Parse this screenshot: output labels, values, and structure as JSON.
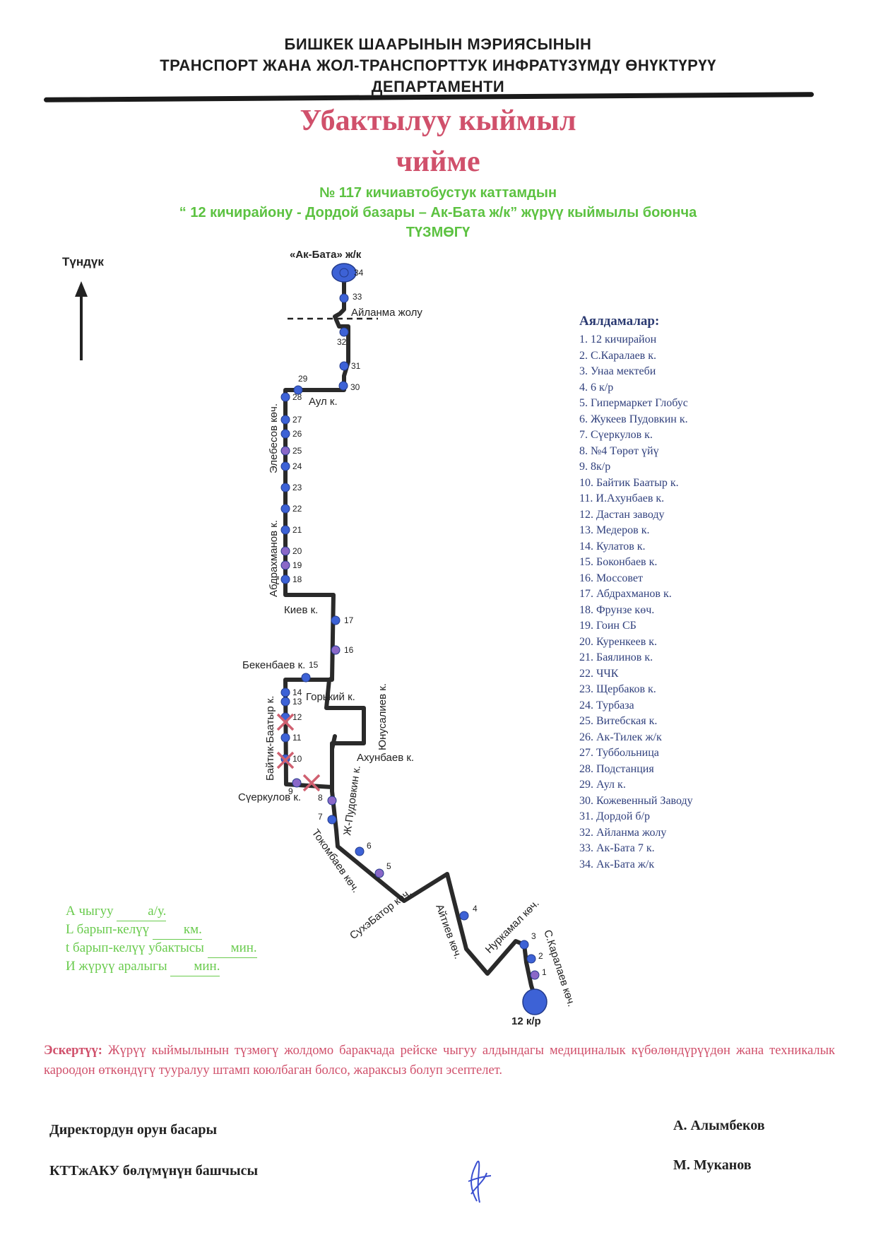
{
  "header": {
    "line1": "БИШКЕК ШААРЫНЫН  МЭРИЯСЫНЫН",
    "line2": "ТРАНСПОРТ ЖАНА ЖОЛ-ТРАНСПОРТТУК ИНФРАТҮЗҮМДҮ ӨНҮКТҮРҮҮ",
    "line3": "ДЕПАРТАМЕНТИ"
  },
  "title": {
    "line1": "Убактылуу кыймыл",
    "line2": "чийме"
  },
  "subtitle": {
    "line1": "№ 117  кичиавтобустук каттамдын",
    "line2": "“ 12 кичирайону  - Дордой базары – Ак-Бата ж/к” жүрүү кыймылы боюнча",
    "line3": "ТҮЗМӨГҮ"
  },
  "map": {
    "north_label": "Түндүк",
    "start_label": "12 к/р",
    "end_label": "«Ак-Бата» ж/к",
    "ring_road_label": "Айланма жолу",
    "streets": {
      "aul": "Аул к.",
      "elebesov": "Элебесов көч.",
      "abdrakhmanov": "Абдрахманов к.",
      "kiev": "Киев к.",
      "bekenbaev": "Бекенбаев к.",
      "gorky": "Горький к.",
      "yunusaliev": "Юнусалиев к.",
      "akhunbaev": "Ахунбаев к.",
      "baitik": "Байтик-Баатыр к.",
      "suerkulov": "Сүеркулов к.",
      "pudovkin": "Ж-Пудовкин к.",
      "tokombaev": "Токомбаев көч.",
      "sukhe": "СухэБатор көч.",
      "aitiev": "Айтиев көч.",
      "nurkamal": "Нуркамал көч.",
      "karalaev": "С.Каралаев көч."
    },
    "stop_numbers": [
      "1",
      "2",
      "3",
      "4",
      "5",
      "6",
      "7",
      "8",
      "9",
      "10",
      "11",
      "12",
      "13",
      "14",
      "15",
      "16",
      "17",
      "18",
      "19",
      "20",
      "21",
      "22",
      "23",
      "24",
      "25",
      "26",
      "27",
      "28",
      "29",
      "30",
      "31",
      "32",
      "33",
      "34"
    ]
  },
  "stops_title": "Аялдамалар:",
  "stops": [
    "1. 12 кичирайон",
    "2. С.Каралаев к.",
    "3. Унаа мектеби",
    "4. 6  к/р",
    "5. Гипермаркет Глобус",
    "6. Жукеев Пудовкин к.",
    "7. Сүеркулов к.",
    "8. №4 Төрөт үйү",
    "9.  8к/р",
    "10. Байтик Баатыр к.",
    "11. И.Ахунбаев к.",
    "12. Дастан заводу",
    "13. Медеров к.",
    "14. Кулатов к.",
    "15. Боконбаев к.",
    "16. Моссовет",
    "17. Абдрахманов к.",
    "18. Фрунзе көч.",
    "19. Гоин СБ",
    "20. Куренкеев к.",
    "21. Баялинов к.",
    "22. ЧЧК",
    "23. Щербаков к.",
    "24. Турбаза",
    "25. Витебская к.",
    "26. Ак-Тилек ж/к",
    "27. Туббольница",
    "28. Подстанция",
    "29. Аул к.",
    "30. Кожевенный Заводу",
    "31. Дордой б/р",
    "32. Айланма жолу",
    "33. Ак-Бата 7 к.",
    "34. Ак-Бата ж/к"
  ],
  "params": [
    {
      "label": "А чыгуу ",
      "value": "а/у."
    },
    {
      "label": "L барып-келүү ",
      "value": "км."
    },
    {
      "label": "t барып-келүү убактысы ",
      "value": "мин."
    },
    {
      "label": "И жүрүү аралыгы ",
      "value": "мин."
    }
  ],
  "note": {
    "label": "Эскертүү:",
    "text": " Жүрүү кыймылынын түзмөгү жолдомо баракчада рейске чыгуу алдындагы медициналык күбөлөндүрүүдөн жана техникалык кароодон өткөндүгү тууралуу штамп коюлбаган болсо, жараксыз болуп эсептелет."
  },
  "signatures": [
    {
      "position": "Директордун орун басары",
      "name": "А. Алымбеков"
    },
    {
      "position": "КТТжАКУ  бөлүмүнүн башчысы",
      "name": "М. Муканов"
    }
  ],
  "colors": {
    "title": "#d0506b",
    "subtitle": "#5cc241",
    "route_line": "#2a2a2a",
    "stop_dot": "#3d62d6",
    "cross": "#d06070",
    "stops_list": "#2f3f7c",
    "signature_ink": "#3a4fd0"
  }
}
